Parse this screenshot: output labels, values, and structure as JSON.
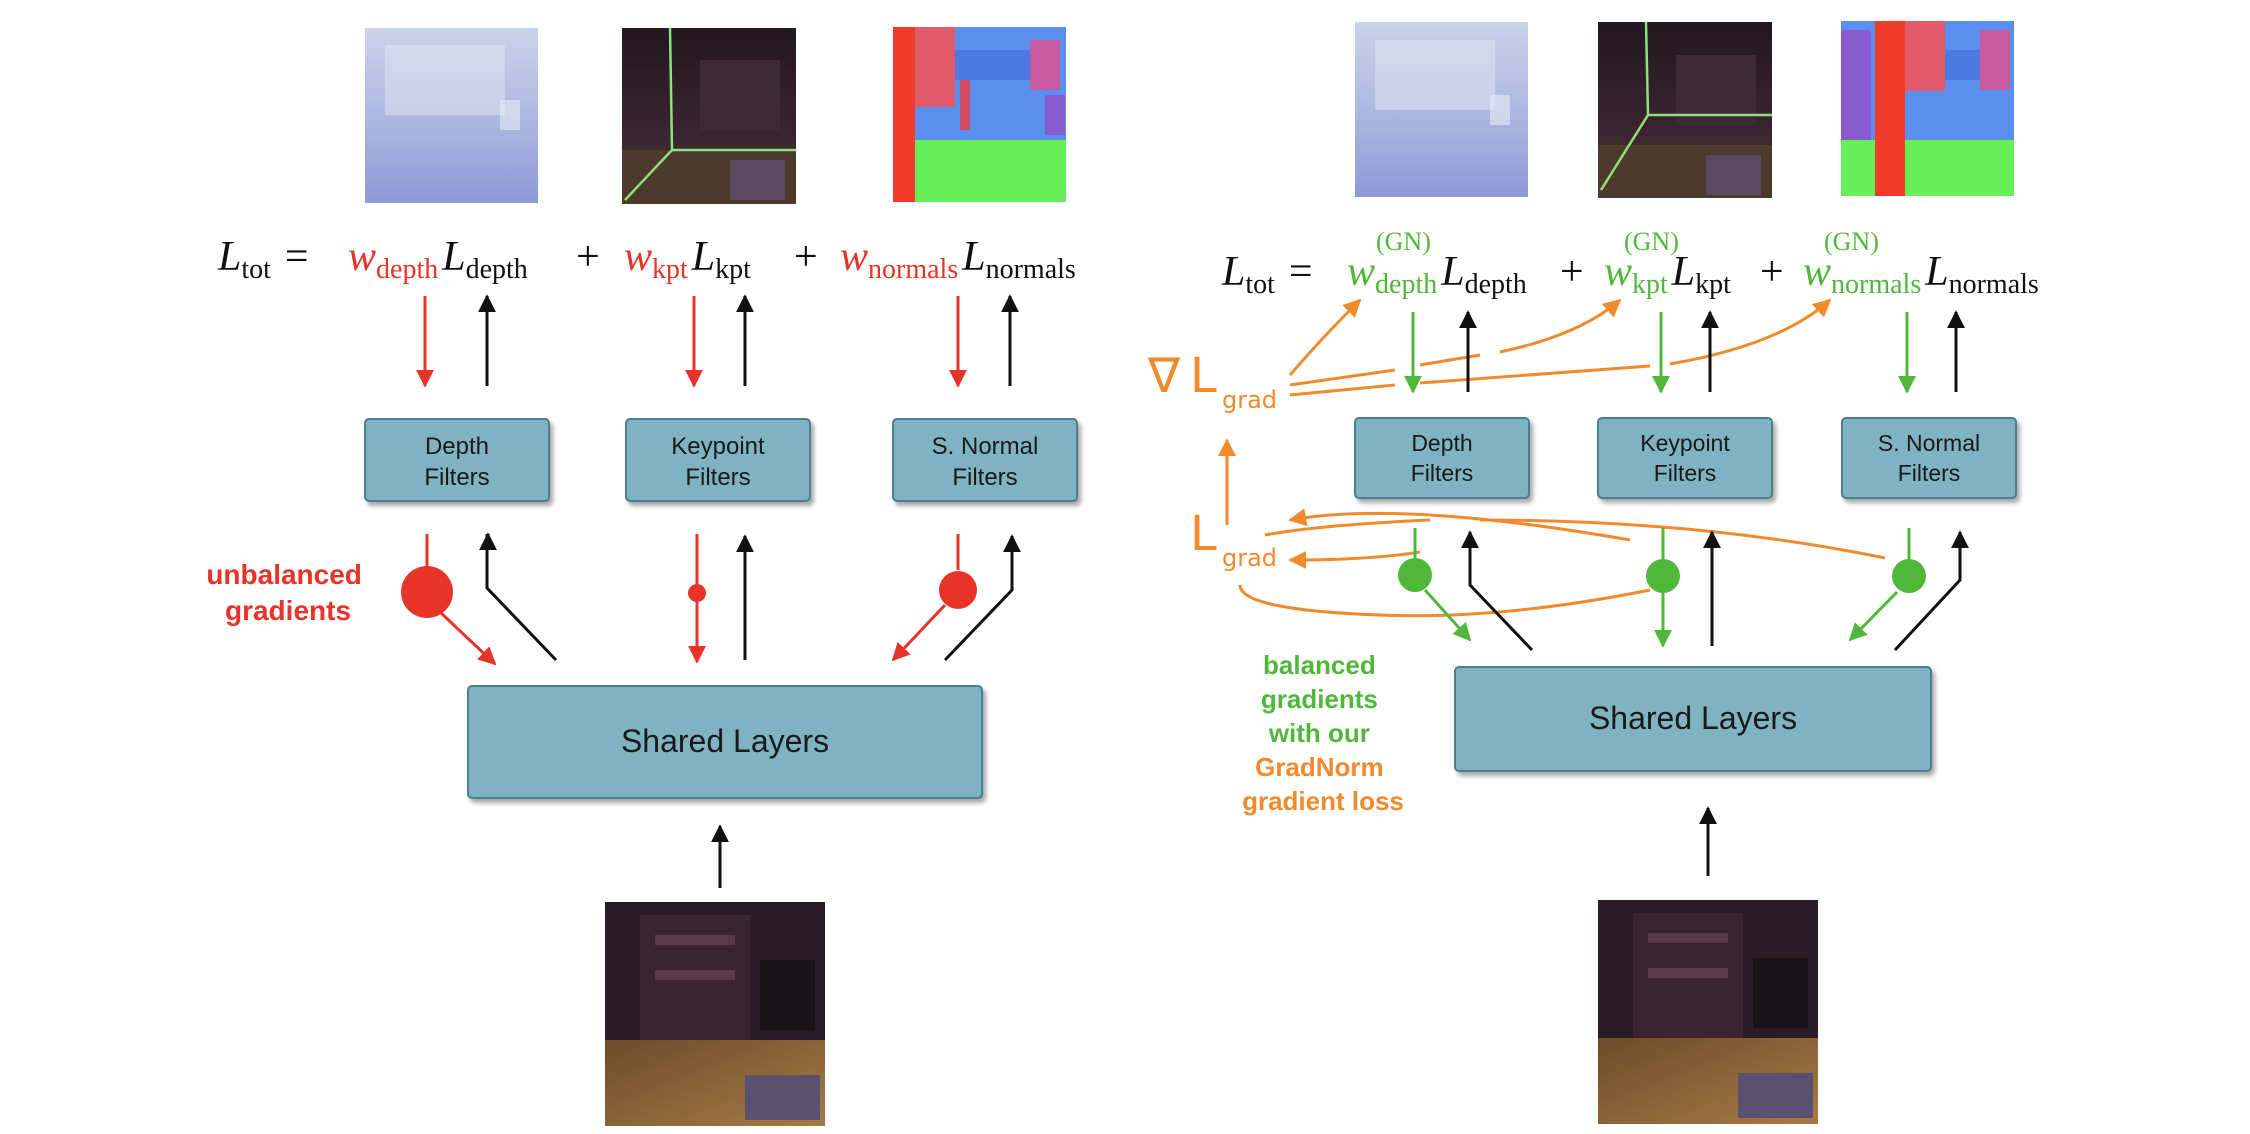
{
  "left": {
    "equation": {
      "lhs_symbol": "L",
      "lhs_sub": "tot",
      "equals": "=",
      "plus": "+",
      "weight_symbol": "w",
      "loss_symbol": "L",
      "terms": [
        "depth",
        "kpt",
        "normals"
      ]
    },
    "filters": [
      {
        "line1": "Depth",
        "line2": "Filters"
      },
      {
        "line1": "Keypoint",
        "line2": "Filters"
      },
      {
        "line1": "S. Normal",
        "line2": "Filters"
      }
    ],
    "shared_label": "Shared Layers",
    "annotation": [
      "unbalanced",
      "gradients"
    ]
  },
  "right": {
    "equation": {
      "lhs_symbol": "L",
      "lhs_sub": "tot",
      "equals": "=",
      "plus": "+",
      "weight_symbol": "w",
      "weight_sup": "(GN)",
      "loss_symbol": "L",
      "terms": [
        "depth",
        "kpt",
        "normals"
      ]
    },
    "filters": [
      {
        "line1": "Depth",
        "line2": "Filters"
      },
      {
        "line1": "Keypoint",
        "line2": "Filters"
      },
      {
        "line1": "S. Normal",
        "line2": "Filters"
      }
    ],
    "shared_label": "Shared Layers",
    "grad_nabla": "∇",
    "grad_symbol": "L",
    "grad_sub": "grad",
    "annotation": [
      "balanced",
      "gradients",
      "with our",
      "GradNorm",
      "gradient loss"
    ]
  },
  "colors": {
    "red": "#e8332a",
    "green": "#4fb83a",
    "orange": "#f08a2c",
    "box_fill": "#7fb3c2",
    "box_stroke": "#4a7f8e",
    "black": "#111111"
  }
}
